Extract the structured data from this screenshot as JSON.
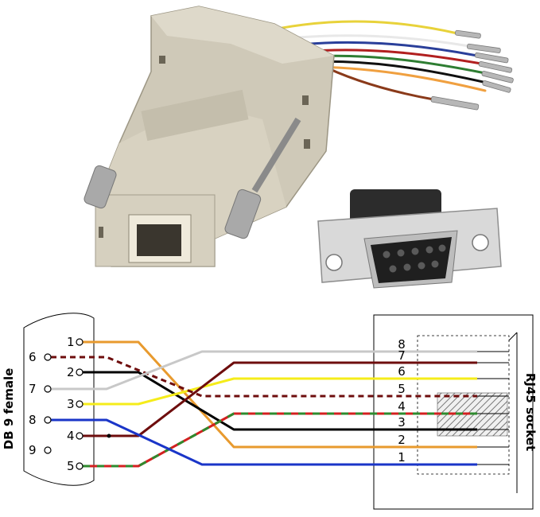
{
  "photo": {
    "wire_colors": [
      "#e8d23a",
      "#e8e8e8",
      "#2a3f9a",
      "#b11f1f",
      "#2e7d32",
      "#101010",
      "#f0a040",
      "#8a3a1a"
    ]
  },
  "diagram": {
    "db9_label": "DB 9 female",
    "rj45_label": "RJ45 socket",
    "db9_pins": [
      "1",
      "2",
      "3",
      "4",
      "5",
      "6",
      "7",
      "8",
      "9"
    ],
    "rj45_pins": [
      "8",
      "7",
      "6",
      "5",
      "4",
      "3",
      "2",
      "1"
    ],
    "wires": [
      {
        "db9": "1",
        "rj45": "2",
        "color": "#e89a2e"
      },
      {
        "db9": "2",
        "rj45": "3",
        "color": "#000000"
      },
      {
        "db9": "3",
        "rj45": "6",
        "color": "#f5ec1a"
      },
      {
        "db9": "4",
        "rj45": "7",
        "color": "#6e0d0d"
      },
      {
        "db9": "5",
        "rj45": "4",
        "color": "#d32020",
        "stripe": "#2e8b2e"
      },
      {
        "db9": "6",
        "rj45": "5",
        "color": "#6e0d0d",
        "style": "dashed"
      },
      {
        "db9": "7",
        "rj45": "8",
        "color": "#c8c8c8"
      },
      {
        "db9": "8",
        "rj45": "1",
        "color": "#1a35c8"
      }
    ]
  }
}
